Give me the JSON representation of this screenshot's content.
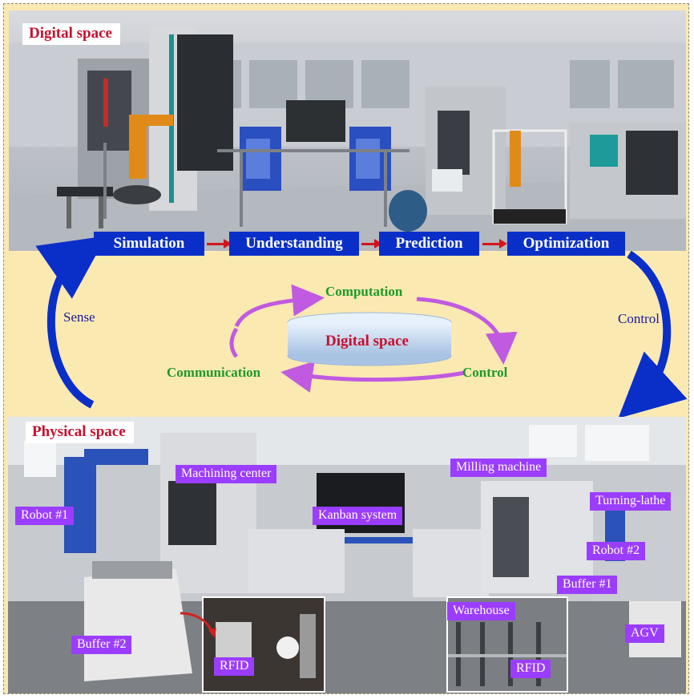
{
  "digital": {
    "title": "Digital space",
    "stages": [
      "Simulation",
      "Understanding",
      "Prediction",
      "Optimization"
    ]
  },
  "cycle": {
    "left": "Sense",
    "right": "Control",
    "top": "Computation",
    "bottom_left": "Communication",
    "bottom_right": "Control",
    "center": "Digital space"
  },
  "physical": {
    "title": "Physical space",
    "labels": {
      "machining_center": "Machining center",
      "milling_machine": "Milling machine",
      "robot1": "Robot #1",
      "kanban": "Kanban system",
      "turning_lathe": "Turning-lathe",
      "robot2": "Robot #2",
      "buffer1": "Buffer #1",
      "buffer2": "Buffer #2",
      "rfid_left": "RFID",
      "warehouse": "Warehouse",
      "rfid_right": "RFID",
      "agv": "AGV"
    }
  },
  "colors": {
    "background": "#fbe9b2",
    "stage_box": "#0a2fc8",
    "title_red": "#c8102e",
    "label_purple": "#9b3dff",
    "cycle_green": "#1e9a2a",
    "cycle_arrow": "#c05ae0"
  }
}
